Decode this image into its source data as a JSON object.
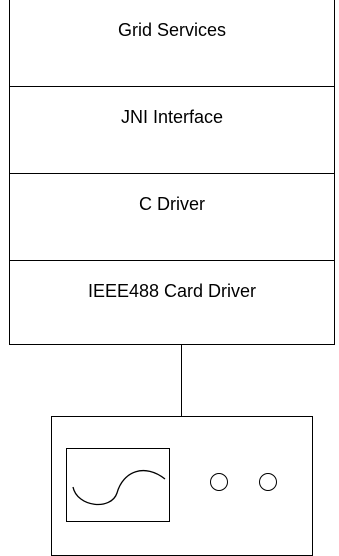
{
  "diagram": {
    "layers": [
      {
        "label": "Grid Services"
      },
      {
        "label": "JNI Interface"
      },
      {
        "label": "C Driver"
      },
      {
        "label": "IEEE488 Card Driver"
      }
    ],
    "instrument": {
      "screen_icon": "sine-wave-icon",
      "knobs": [
        "knob-icon",
        "knob-icon"
      ]
    }
  }
}
